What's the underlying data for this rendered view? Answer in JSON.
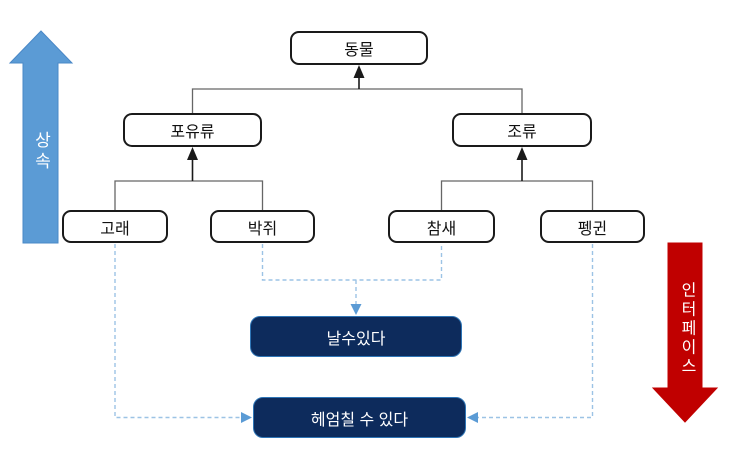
{
  "diagram": {
    "title_hint": "inheritance-vs-interface-class-diagram",
    "side_arrows": {
      "inheritance_label": "상속",
      "interface_label": "인터페이스"
    },
    "nodes": {
      "animal": "동물",
      "mammal": "포유류",
      "bird": "조류",
      "whale": "고래",
      "bat": "박쥐",
      "sparrow": "참새",
      "penguin": "펭귄"
    },
    "interfaces": {
      "can_fly": "날수있다",
      "can_swim": "헤엄칠 수 있다"
    },
    "colors": {
      "inheritance_arrow": "#5b9bd5",
      "interface_arrow": "#c00000",
      "interface_box": "#0d2b5c",
      "interface_box_border": "#2e75b6",
      "dashed_connector": "#9cc3e5",
      "dashed_arrowhead": "#5b9bd5",
      "tree_line": "#666666",
      "tree_arrow": "#1a1a1a",
      "node_border": "#1a1a1a"
    }
  }
}
